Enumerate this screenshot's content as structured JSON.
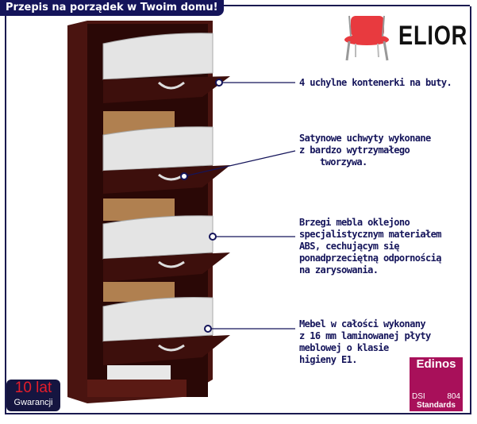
{
  "header": {
    "title": "Przepis na porządek w Twoim domu!"
  },
  "logo": {
    "brand": "ELIOR"
  },
  "notes": [
    {
      "lines": [
        "4 uchylne kontenerki na buty."
      ]
    },
    {
      "lines": [
        "Satynowe uchwyty wykonane",
        "z bardzo wytrzymałego",
        "tworzywa."
      ]
    },
    {
      "lines": [
        "Brzegi mebla oklejono",
        "specjalistycznym materiałem",
        "ABS, cechującym się",
        "ponadprzeciętną odpornością",
        "na zarysowania."
      ]
    },
    {
      "lines": [
        "Mebel w całości wykonany",
        "z 16 mm laminowanej płyty",
        "meblowej o klasie",
        "higieny E1."
      ]
    }
  ],
  "warranty": {
    "years": "10 lat",
    "label": "Gwarancji"
  },
  "certificate": {
    "brand": "Edinos",
    "left": "DSI",
    "right": "804",
    "label": "Standards"
  },
  "colors": {
    "navy": "#14145a",
    "wood": "#4a1410",
    "cert": "#a8105a",
    "accent_red": "#e51d2a"
  }
}
